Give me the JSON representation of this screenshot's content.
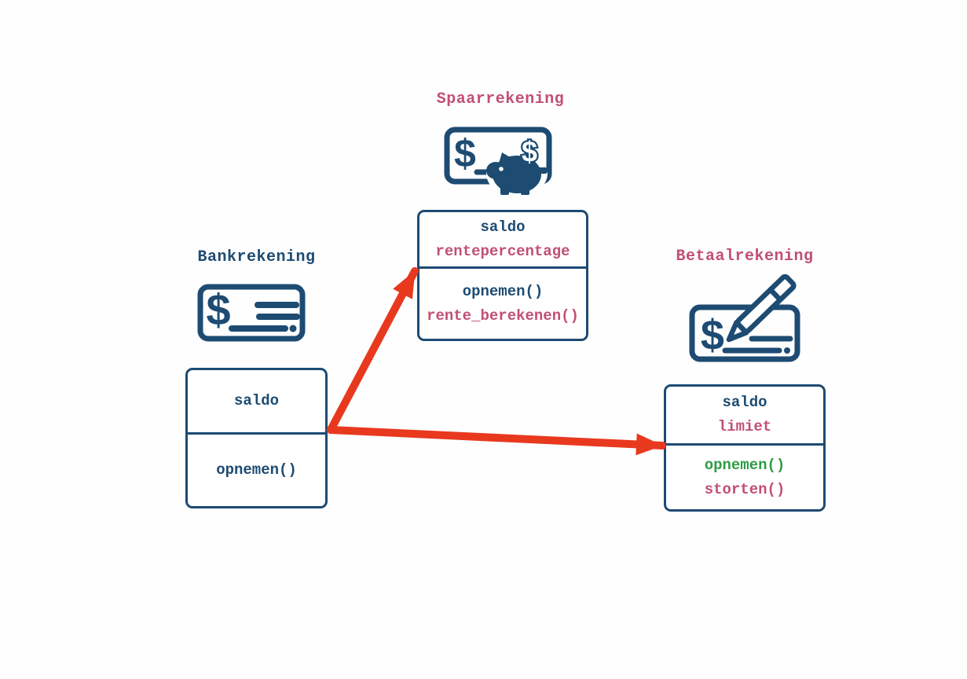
{
  "diagram": {
    "colors": {
      "navy": "#1d4b72",
      "pink": "#c14f76",
      "green": "#2e9c44",
      "red": "#e8391f",
      "background": "#ffffff"
    },
    "icon_glyphs": {
      "dollar": "$"
    },
    "classes": [
      {
        "name": "Bankrekening",
        "title_color": "#1d4b72",
        "icon": "money-check-icon",
        "attributes": [
          {
            "text": "saldo",
            "color": "#1d4b72"
          }
        ],
        "methods": [
          {
            "text": "opnemen()",
            "color": "#1d4b72"
          }
        ]
      },
      {
        "name": "Spaarrekening",
        "title_color": "#c14f76",
        "icon": "piggy-bank-money-icon",
        "attributes": [
          {
            "text": "saldo",
            "color": "#1d4b72"
          },
          {
            "text": "rentepercentage",
            "color": "#c14f76"
          }
        ],
        "methods": [
          {
            "text": "opnemen()",
            "color": "#1d4b72"
          },
          {
            "text": "rente_berekenen()",
            "color": "#c14f76"
          }
        ]
      },
      {
        "name": "Betaalrekening",
        "title_color": "#c14f76",
        "icon": "check-pen-icon",
        "attributes": [
          {
            "text": "saldo",
            "color": "#1d4b72"
          },
          {
            "text": "limiet",
            "color": "#c14f76"
          }
        ],
        "methods": [
          {
            "text": "opnemen()",
            "color": "#2e9c44"
          },
          {
            "text": "storten()",
            "color": "#c14f76"
          }
        ]
      }
    ],
    "arrows": [
      {
        "from": "Bankrekening",
        "to": "Spaarrekening",
        "color": "#e8391f"
      },
      {
        "from": "Bankrekening",
        "to": "Betaalrekening",
        "color": "#e8391f"
      }
    ]
  }
}
